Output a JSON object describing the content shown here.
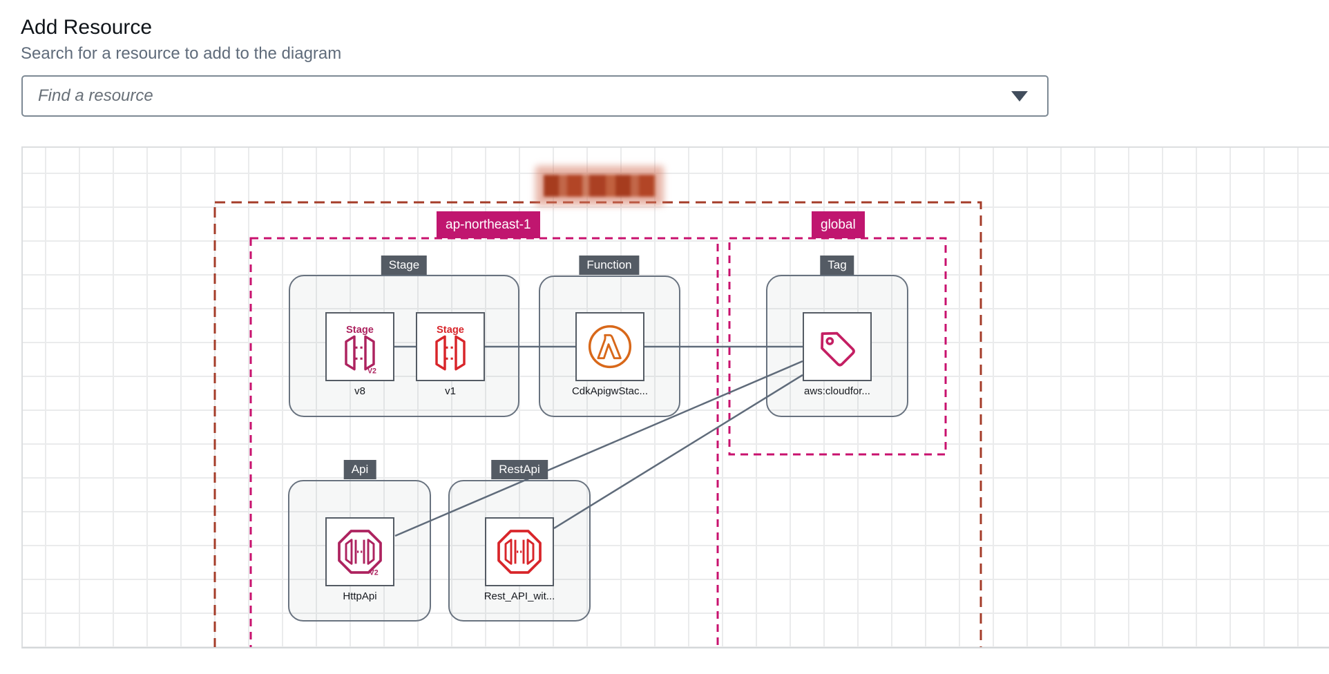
{
  "header": {
    "title": "Add Resource",
    "subtitle": "Search for a resource to add to the diagram"
  },
  "search": {
    "placeholder": "Find a resource"
  },
  "diagram": {
    "regions": {
      "account": {
        "label_redacted": true
      },
      "ap_northeast_1": {
        "label": "ap-northeast-1"
      },
      "global": {
        "label": "global"
      }
    },
    "groups": {
      "stage": {
        "label": "Stage"
      },
      "function": {
        "label": "Function"
      },
      "tag": {
        "label": "Tag"
      },
      "api": {
        "label": "Api"
      },
      "restapi": {
        "label": "RestApi"
      }
    },
    "nodes": {
      "v8": {
        "label": "v8",
        "icon": "api-gateway-stage-v2",
        "icon_title": "Stage",
        "icon_version": "V2"
      },
      "v1": {
        "label": "v1",
        "icon": "api-gateway-stage",
        "icon_title": "Stage"
      },
      "cdkfunction": {
        "label": "CdkApigwStac...",
        "icon": "lambda-function"
      },
      "cloudformationtag": {
        "label": "aws:cloudfor...",
        "icon": "tag"
      },
      "httpapi": {
        "label": "HttpApi",
        "icon": "api-gateway-http-api",
        "icon_version": "V2"
      },
      "restapi": {
        "label": "Rest_API_wit...",
        "icon": "api-gateway-rest-api"
      }
    },
    "edges": [
      {
        "from": "v8",
        "to": "v1"
      },
      {
        "from": "v1",
        "to": "cdkfunction"
      },
      {
        "from": "cdkfunction",
        "to": "cloudformationtag"
      },
      {
        "from": "httpapi",
        "to": "cloudformationtag"
      },
      {
        "from": "restapi",
        "to": "cloudformationtag"
      }
    ],
    "colors": {
      "account_border": "#a43c29",
      "region_border": "#c8116e",
      "region_badge_bg": "#c0166f",
      "group_badge_bg": "#545b64",
      "group_border": "#68727f",
      "card_border": "#545b64",
      "connector": "#5f6b7a",
      "lambda_orange": "#d8681a",
      "apigw_red": "#d8252a",
      "apigw_v2_magenta": "#ad235f",
      "tag_magenta": "#c41f63"
    }
  }
}
